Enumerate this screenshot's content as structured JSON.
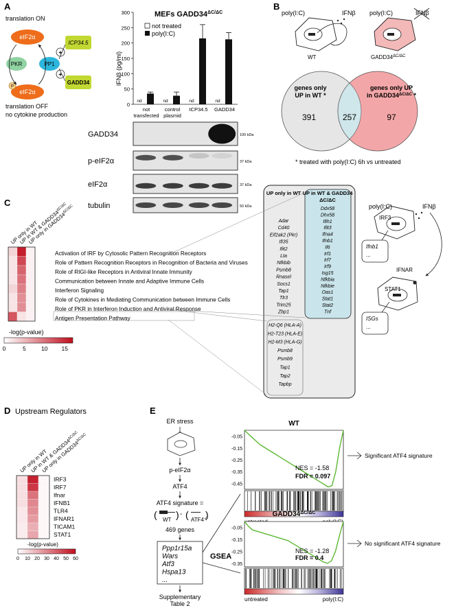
{
  "panel_letters": {
    "a": "A",
    "b": "B",
    "c": "C",
    "d": "D",
    "e": "E"
  },
  "panel_a": {
    "schematic": {
      "translation_on": "translation ON",
      "eif2a_top": "eIF2α",
      "pkr": "PKR",
      "pp1": "PP1",
      "icp": "ICP34.5",
      "gadd34": "GADD34",
      "p_mark": "P",
      "eif2a_bottom": "eIF2α",
      "translation_off": "translation OFF",
      "no_cytokine": "no cytokine production",
      "plus": "+"
    },
    "chart_title": "MEFs GADD34",
    "chart_title_sup": "ΔC/ΔC",
    "legend": {
      "not_treated": "not treated",
      "polyic": "poly(I:C)"
    },
    "ylabel": "IFNβ (pg/ml)",
    "ticks": [
      "0",
      "50",
      "100",
      "150",
      "200",
      "250",
      "300"
    ],
    "nd": "nd",
    "categories": [
      {
        "line1": "not",
        "line2": "transfected"
      },
      {
        "line1": "control",
        "line2": "plasmid"
      },
      {
        "line1": "ICP34.5",
        "line2": ""
      },
      {
        "line1": "GADD34",
        "line2": ""
      }
    ],
    "blots": [
      {
        "label": "GADD34",
        "kda": "100 kDa"
      },
      {
        "label": "p-eIF2α",
        "kda": "37 kDa"
      },
      {
        "label": "eIF2α",
        "kda": "37 kDa"
      },
      {
        "label": "tubulin",
        "kda": "50 kDa"
      }
    ]
  },
  "panel_b": {
    "polyic_left": "poly(I:C)",
    "ifnb_left": "IFNβ",
    "wt_label": "WT",
    "polyic_right": "poly(I:C)",
    "ifnb_right": "IFNβ",
    "gadd_label": "GADD34",
    "gadd_sup": "ΔC/ΔC",
    "venn_left_line1": "genes only",
    "venn_left_line2": "UP in WT *",
    "venn_right_line1": "genes only UP",
    "venn_right_line2": "in GADD34",
    "venn_right_sup": "ΔC/ΔC",
    "venn_right_star": " *",
    "count_left": "391",
    "count_overlap": "257",
    "count_right": "97",
    "footnote": "* treated with poly(I:C) 6h vs untreated"
  },
  "panel_c": {
    "col_headers": [
      "UP only in WT",
      "UP in WT & GADD34ΔC/ΔC",
      "UP only in GADD34ΔC/ΔC"
    ],
    "pathways": [
      "Activation of IRF by Cytosolic Pattern Recognition Receptors",
      "Role of Pattern Recognition Receptors in Recognition of Bacteria and Viruses",
      "Role of RIGI-like Receptors in Antiviral Innate Immunity",
      "Communication between Innate and Adaptive Immune Cells",
      "Interferon Signaling",
      "Role of Cytokines in Mediating Communication between Immune Cells",
      "Role of PKR in Interferon Induction and Antiviral Response",
      "Antigen Presentation Pathway"
    ],
    "heat_values": [
      [
        3,
        16,
        1
      ],
      [
        2,
        13,
        1
      ],
      [
        2,
        11,
        1
      ],
      [
        2,
        10,
        1
      ],
      [
        3,
        9,
        1
      ],
      [
        2,
        8,
        1
      ],
      [
        2,
        8,
        1
      ],
      [
        12,
        2,
        1
      ]
    ],
    "scale_label": "-log(p-value)",
    "scale_ticks": [
      "0",
      "5",
      "10",
      "15"
    ],
    "scale_max": 17,
    "box_header_left": "UP only in WT",
    "box_header_right": "UP in WT & GADD34",
    "box_header_right_sup": "ΔC/ΔC",
    "genes_wt_only": [
      "Adar",
      "Cd40",
      "Eif2ak2 (Pkr)",
      "Ifi35",
      "Ifit2",
      "Lta",
      "Nfkbib",
      "Psmb8",
      "Rnasel",
      "Socs1",
      "Tap1",
      "Tlr3",
      "Trim25",
      "Zbp1"
    ],
    "genes_both": [
      "Ddx58",
      "Dhx58",
      "Ifih1",
      "Ifit3",
      "Ifna4",
      "Ifnb1",
      "Il6",
      "Irf1",
      "Irf7",
      "Irf9",
      "Isg15",
      "Nfkbia",
      "Nfkbie",
      "Oas1",
      "Stat1",
      "Stat2",
      "Tnf"
    ],
    "genes_antigen": [
      "H2-Q6 (HLA-A)",
      "H2-T23 (HLA-E)",
      "H2-M3 (HLA-G)",
      "Psmb8",
      "Psmb9",
      "Tap1",
      "Tap2",
      "Tapbp"
    ],
    "cell": {
      "polyic": "poly(I:C)",
      "ifnb": "IFNβ",
      "irf3": "IRF3",
      "ifnb1": "Ifnb1",
      "dots1": "...",
      "ifnar": "IFNAR",
      "stat1": "STAT1",
      "isgs": "ISGs",
      "dots2": "..."
    }
  },
  "panel_d": {
    "title": "Upstream Regulators",
    "col_headers": [
      "UP only in WT",
      "UP in WT & GADD34ΔC/ΔC",
      "UP only in GADD34ΔC/ΔC"
    ],
    "regulators": [
      "IRF3",
      "IRF7",
      "Ifnar",
      "IFNB1",
      "TLR4",
      "IFNAR1",
      "TICAM1",
      "STAT1"
    ],
    "heat_values": [
      [
        8,
        55,
        2
      ],
      [
        8,
        50,
        2
      ],
      [
        8,
        35,
        2
      ],
      [
        8,
        30,
        2
      ],
      [
        6,
        28,
        2
      ],
      [
        6,
        25,
        2
      ],
      [
        5,
        20,
        2
      ],
      [
        5,
        22,
        2
      ]
    ],
    "scale_label": "-log(p-value)",
    "scale_ticks": [
      "0",
      "10",
      "20",
      "30",
      "40",
      "50",
      "60"
    ],
    "scale_max": 60
  },
  "panel_e": {
    "er_stress": "ER stress",
    "p_eif2a": "p-eIF2α",
    "atf4": "ATF4",
    "signature_line1": "ATF4 signature =",
    "wt": "WT",
    "atf4ko": "ATF4",
    "atf4ko_sup": "-/-",
    "minus": "-",
    "genes_count": "469 genes",
    "genes": [
      "Ppp1r15a",
      "Wars",
      "Atf3",
      "Hspa13",
      "..."
    ],
    "gsea": "GSEA",
    "supp_line1": "Supplementary",
    "supp_line2": "Table 2",
    "plots": [
      {
        "title": "WT",
        "title_sup": "",
        "nes": "NES = -1.58",
        "fdr": "FDR = 0.097",
        "conclusion": "Significant ATF4 signature",
        "yticks": [
          "-0.05",
          "-0.15",
          "-0.25",
          "-0.35",
          "-0.45"
        ],
        "ymin": -0.5,
        "es_profile": [
          0,
          -0.03,
          -0.06,
          -0.09,
          -0.12,
          -0.14,
          -0.16,
          -0.18,
          -0.2,
          -0.22,
          -0.24,
          -0.26,
          -0.28,
          -0.3,
          -0.32,
          -0.34,
          -0.36,
          -0.38,
          -0.4,
          -0.42,
          -0.44,
          -0.46,
          -0.48,
          -0.47,
          -0.35,
          -0.15,
          0
        ],
        "x_left": "untreated",
        "x_right": "poly(I:C)"
      },
      {
        "title": "GADD34",
        "title_sup": "ΔC/ΔC",
        "nes": "NES = -1.28",
        "fdr": "FDR = 0.4",
        "conclusion": "No significant ATF4 signature",
        "yticks": [
          "-0.05",
          "-0.15",
          "-0.25",
          "-0.35"
        ],
        "ymin": -0.38,
        "es_profile": [
          0,
          -0.04,
          -0.07,
          -0.08,
          -0.09,
          -0.1,
          -0.11,
          -0.12,
          -0.13,
          -0.14,
          -0.15,
          -0.16,
          -0.18,
          -0.2,
          -0.22,
          -0.24,
          -0.26,
          -0.28,
          -0.3,
          -0.32,
          -0.34,
          -0.35,
          -0.33,
          -0.25,
          -0.12,
          0
        ],
        "x_left": "untreated",
        "x_right": "poly(I:C)"
      }
    ]
  },
  "chart_data": {
    "type": "bar",
    "title": "MEFs GADD34ΔC/ΔC",
    "ylabel": "IFNβ (pg/ml)",
    "ylim": [
      0,
      300
    ],
    "categories": [
      "not transfected",
      "control plasmid",
      "ICP34.5",
      "GADD34"
    ],
    "series": [
      {
        "name": "not treated",
        "values": [
          null,
          null,
          null,
          null
        ]
      },
      {
        "name": "poly(I:C)",
        "values": [
          35,
          28,
          215,
          212
        ]
      }
    ],
    "errors": [
      5,
      12,
      45,
      22
    ]
  }
}
